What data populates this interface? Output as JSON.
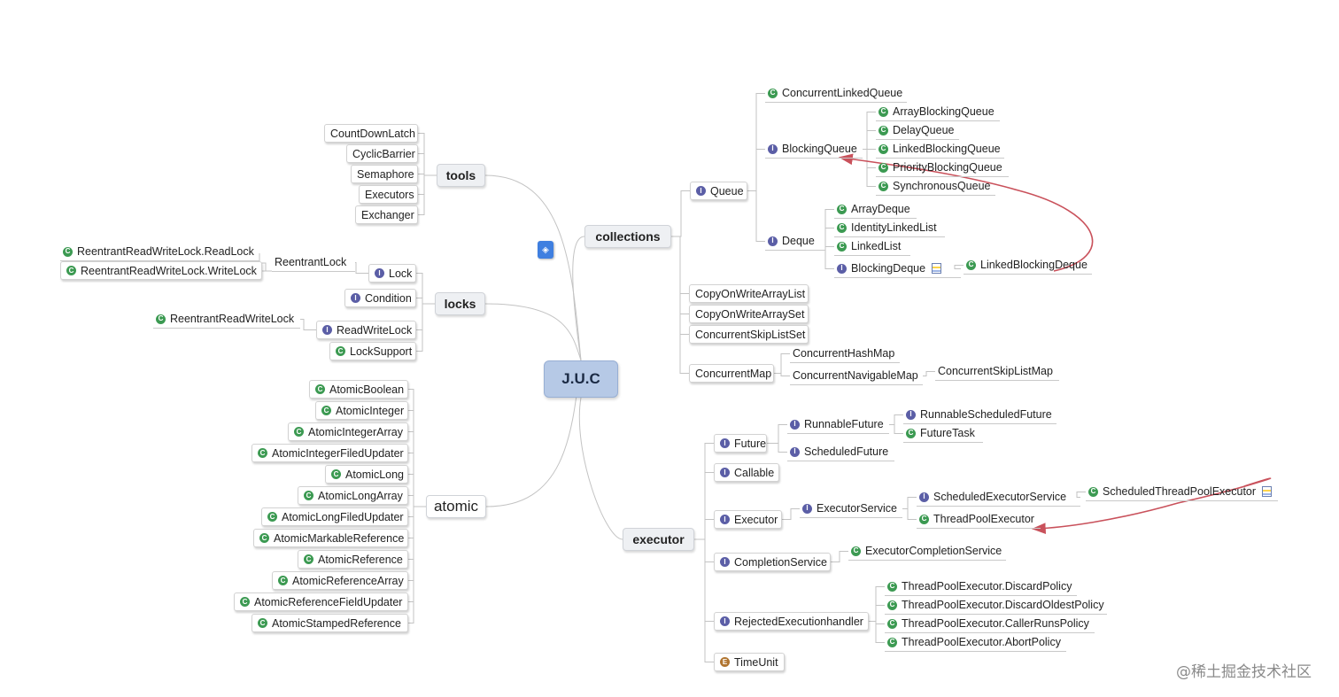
{
  "root": "J.U.C",
  "watermark": "@稀土掘金技术社区",
  "app_icon": "mindmap-app-icon",
  "colors": {
    "root_fill": "#b6c9e6",
    "class_icon": "#3c9a52",
    "interface_icon": "#5b5ea6",
    "enum_icon": "#b0742f",
    "arrow": "#c9515b"
  },
  "nodes": [
    {
      "id": "tools",
      "label": "tools",
      "kind": "main",
      "box": true
    },
    {
      "id": "countdownlatch",
      "label": "CountDownLatch",
      "box": true
    },
    {
      "id": "cyclicbarrier",
      "label": "CyclicBarrier",
      "box": true
    },
    {
      "id": "semaphore",
      "label": "Semaphore",
      "box": true
    },
    {
      "id": "executors",
      "label": "Executors",
      "box": true
    },
    {
      "id": "exchanger",
      "label": "Exchanger",
      "box": true
    },
    {
      "id": "locks",
      "label": "locks",
      "kind": "main",
      "box": true
    },
    {
      "id": "lock",
      "label": "Lock",
      "icon": "i",
      "box": true
    },
    {
      "id": "condition",
      "label": "Condition",
      "icon": "i",
      "box": true
    },
    {
      "id": "readwritelock",
      "label": "ReadWriteLock",
      "icon": "i",
      "box": true
    },
    {
      "id": "locksupport",
      "label": "LockSupport",
      "icon": "c",
      "box": true
    },
    {
      "id": "reentrantlock",
      "label": "ReentrantLock",
      "box": false
    },
    {
      "id": "rrwl-readlock",
      "label": "ReentrantReadWriteLock.ReadLock",
      "icon": "c",
      "box": false
    },
    {
      "id": "rrwl-writelock",
      "label": "ReentrantReadWriteLock.WriteLock",
      "icon": "c",
      "box": true
    },
    {
      "id": "rrwl",
      "label": "ReentrantReadWriteLock",
      "icon": "c",
      "box": false
    },
    {
      "id": "atomic",
      "label": "atomic",
      "kind": "main-light",
      "box": true
    },
    {
      "id": "atomicboolean",
      "label": "AtomicBoolean",
      "icon": "c",
      "box": true
    },
    {
      "id": "atomicinteger",
      "label": "AtomicInteger",
      "icon": "c",
      "box": true
    },
    {
      "id": "atomicintegerarray",
      "label": "AtomicIntegerArray",
      "icon": "c",
      "box": true
    },
    {
      "id": "atomicintegerfiledupdater",
      "label": "AtomicIntegerFiledUpdater",
      "icon": "c",
      "box": true
    },
    {
      "id": "atomiclong",
      "label": "AtomicLong",
      "icon": "c",
      "box": true
    },
    {
      "id": "atomiclongarray",
      "label": "AtomicLongArray",
      "icon": "c",
      "box": true
    },
    {
      "id": "atomiclongfiledupdater",
      "label": "AtomicLongFiledUpdater",
      "icon": "c",
      "box": true
    },
    {
      "id": "atomicmarkablereference",
      "label": "AtomicMarkableReference",
      "icon": "c",
      "box": true
    },
    {
      "id": "atomicreference",
      "label": "AtomicReference",
      "icon": "c",
      "box": true
    },
    {
      "id": "atomicreferencearray",
      "label": "AtomicReferenceArray",
      "icon": "c",
      "box": true
    },
    {
      "id": "atomicreferencefieldupdater",
      "label": "AtomicReferenceFieldUpdater",
      "icon": "c",
      "box": true
    },
    {
      "id": "atomicstampedreference",
      "label": "AtomicStampedReference",
      "icon": "c",
      "box": true
    },
    {
      "id": "collections",
      "label": "collections",
      "kind": "main",
      "box": true
    },
    {
      "id": "queue",
      "label": "Queue",
      "icon": "i",
      "box": true
    },
    {
      "id": "concurrentlinkedqueue",
      "label": "ConcurrentLinkedQueue",
      "icon": "c",
      "box": false
    },
    {
      "id": "blockingqueue",
      "label": "BlockingQueue",
      "icon": "i",
      "box": false
    },
    {
      "id": "arrayblockingqueue",
      "label": "ArrayBlockingQueue",
      "icon": "c",
      "box": false
    },
    {
      "id": "delayqueue",
      "label": "DelayQueue",
      "icon": "c",
      "box": false
    },
    {
      "id": "linkedblockingqueue",
      "label": "LinkedBlockingQueue",
      "icon": "c",
      "box": false
    },
    {
      "id": "priorityblockingqueue",
      "label": "PriorityBlockingQueue",
      "icon": "c",
      "box": false
    },
    {
      "id": "synchronousqueue",
      "label": "SynchronousQueue",
      "icon": "c",
      "box": false
    },
    {
      "id": "deque",
      "label": "Deque",
      "icon": "i",
      "box": false
    },
    {
      "id": "arraydeque",
      "label": "ArrayDeque",
      "icon": "c",
      "box": false
    },
    {
      "id": "identitylinkedlist",
      "label": "IdentityLinkedList",
      "icon": "c",
      "box": false
    },
    {
      "id": "linkedlist",
      "label": "LinkedList",
      "icon": "c",
      "box": false
    },
    {
      "id": "blockingdeque",
      "label": "BlockingDeque",
      "icon": "i",
      "box": false,
      "note": true
    },
    {
      "id": "linkedblockingdeque",
      "label": "LinkedBlockingDeque",
      "icon": "c",
      "box": false
    },
    {
      "id": "copyonwritearraylist",
      "label": "CopyOnWriteArrayList",
      "box": true
    },
    {
      "id": "copyonwritearrayset",
      "label": "CopyOnWriteArraySet",
      "box": true
    },
    {
      "id": "concurrentskiplistset",
      "label": "ConcurrentSkipListSet",
      "box": true
    },
    {
      "id": "concurrentmap",
      "label": "ConcurrentMap",
      "box": true
    },
    {
      "id": "concurrenthashmap",
      "label": "ConcurrentHashMap",
      "box": false
    },
    {
      "id": "concurrentnavigablemap",
      "label": "ConcurrentNavigableMap",
      "box": false
    },
    {
      "id": "concurrentskiplistmap",
      "label": "ConcurrentSkipListMap",
      "box": false
    },
    {
      "id": "executor-branch",
      "label": "executor",
      "kind": "main",
      "box": true
    },
    {
      "id": "future",
      "label": "Future",
      "icon": "i",
      "box": true
    },
    {
      "id": "runnablefuture",
      "label": "RunnableFuture",
      "icon": "i",
      "box": false
    },
    {
      "id": "runnablescheduledfuture",
      "label": "RunnableScheduledFuture",
      "icon": "i",
      "box": false
    },
    {
      "id": "futuretask",
      "label": "FutureTask",
      "icon": "c",
      "box": false
    },
    {
      "id": "scheduledfuture",
      "label": "ScheduledFuture",
      "icon": "i",
      "box": false
    },
    {
      "id": "callable",
      "label": "Callable",
      "icon": "i",
      "box": true
    },
    {
      "id": "executor",
      "label": "Executor",
      "icon": "i",
      "box": true
    },
    {
      "id": "executorservice",
      "label": "ExecutorService",
      "icon": "i",
      "box": false
    },
    {
      "id": "scheduledexecutorservice",
      "label": "ScheduledExecutorService",
      "icon": "i",
      "box": false
    },
    {
      "id": "scheduledthreadpoolexecutor",
      "label": "ScheduledThreadPoolExecutor",
      "icon": "c",
      "box": false,
      "note": true
    },
    {
      "id": "threadpoolexecutor",
      "label": "ThreadPoolExecutor",
      "icon": "c",
      "box": false
    },
    {
      "id": "completionservice",
      "label": "CompletionService",
      "icon": "i",
      "box": true
    },
    {
      "id": "executorcompletionservice",
      "label": "ExecutorCompletionService",
      "icon": "c",
      "box": false
    },
    {
      "id": "rejectedexecutionhandler",
      "label": "RejectedExecutionhandler",
      "icon": "i",
      "box": true
    },
    {
      "id": "tpe-discardpolicy",
      "label": "ThreadPoolExecutor.DiscardPolicy",
      "icon": "c",
      "box": false
    },
    {
      "id": "tpe-discardoldestpolicy",
      "label": "ThreadPoolExecutor.DiscardOldestPolicy",
      "icon": "c",
      "box": false
    },
    {
      "id": "tpe-callerrunspolicy",
      "label": "ThreadPoolExecutor.CallerRunsPolicy",
      "icon": "c",
      "box": false
    },
    {
      "id": "tpe-abortpolicy",
      "label": "ThreadPoolExecutor.AbortPolicy",
      "icon": "c",
      "box": false
    },
    {
      "id": "timeunit",
      "label": "TimeUnit",
      "icon": "e",
      "box": true
    }
  ],
  "edges": [
    [
      "root",
      "tools"
    ],
    [
      "root",
      "locks"
    ],
    [
      "root",
      "atomic"
    ],
    [
      "root",
      "collections"
    ],
    [
      "root",
      "executor-branch"
    ],
    [
      "tools",
      "countdownlatch"
    ],
    [
      "tools",
      "cyclicbarrier"
    ],
    [
      "tools",
      "semaphore"
    ],
    [
      "tools",
      "executors"
    ],
    [
      "tools",
      "exchanger"
    ],
    [
      "locks",
      "lock"
    ],
    [
      "locks",
      "condition"
    ],
    [
      "locks",
      "readwritelock"
    ],
    [
      "locks",
      "locksupport"
    ],
    [
      "lock",
      "reentrantlock"
    ],
    [
      "readwritelock",
      "rrwl"
    ],
    [
      "atomic",
      "atomicboolean"
    ],
    [
      "atomic",
      "atomicinteger"
    ],
    [
      "atomic",
      "atomicintegerarray"
    ],
    [
      "atomic",
      "atomicintegerfiledupdater"
    ],
    [
      "atomic",
      "atomiclong"
    ],
    [
      "atomic",
      "atomiclongarray"
    ],
    [
      "atomic",
      "atomiclongfiledupdater"
    ],
    [
      "atomic",
      "atomicmarkablereference"
    ],
    [
      "atomic",
      "atomicreference"
    ],
    [
      "atomic",
      "atomicreferencearray"
    ],
    [
      "atomic",
      "atomicreferencefieldupdater"
    ],
    [
      "atomic",
      "atomicstampedreference"
    ],
    [
      "collections",
      "queue"
    ],
    [
      "collections",
      "copyonwritearraylist"
    ],
    [
      "collections",
      "copyonwritearrayset"
    ],
    [
      "collections",
      "concurrentskiplistset"
    ],
    [
      "collections",
      "concurrentmap"
    ],
    [
      "queue",
      "concurrentlinkedqueue"
    ],
    [
      "queue",
      "blockingqueue"
    ],
    [
      "queue",
      "deque"
    ],
    [
      "blockingqueue",
      "arrayblockingqueue"
    ],
    [
      "blockingqueue",
      "delayqueue"
    ],
    [
      "blockingqueue",
      "linkedblockingqueue"
    ],
    [
      "blockingqueue",
      "priorityblockingqueue"
    ],
    [
      "blockingqueue",
      "synchronousqueue"
    ],
    [
      "deque",
      "arraydeque"
    ],
    [
      "deque",
      "identitylinkedlist"
    ],
    [
      "deque",
      "linkedlist"
    ],
    [
      "deque",
      "blockingdeque"
    ],
    [
      "blockingdeque",
      "linkedblockingdeque"
    ],
    [
      "concurrentmap",
      "concurrenthashmap"
    ],
    [
      "concurrentmap",
      "concurrentnavigablemap"
    ],
    [
      "concurrentnavigablemap",
      "concurrentskiplistmap"
    ],
    [
      "executor-branch",
      "future"
    ],
    [
      "executor-branch",
      "callable"
    ],
    [
      "executor-branch",
      "executor"
    ],
    [
      "executor-branch",
      "completionservice"
    ],
    [
      "executor-branch",
      "rejectedexecutionhandler"
    ],
    [
      "executor-branch",
      "timeunit"
    ],
    [
      "future",
      "runnablefuture"
    ],
    [
      "future",
      "scheduledfuture"
    ],
    [
      "runnablefuture",
      "runnablescheduledfuture"
    ],
    [
      "runnablefuture",
      "futuretask"
    ],
    [
      "executor",
      "executorservice"
    ],
    [
      "executorservice",
      "scheduledexecutorservice"
    ],
    [
      "executorservice",
      "threadpoolexecutor"
    ],
    [
      "scheduledexecutorservice",
      "scheduledthreadpoolexecutor"
    ],
    [
      "completionservice",
      "executorcompletionservice"
    ],
    [
      "rejectedexecutionhandler",
      "tpe-discardpolicy"
    ],
    [
      "rejectedexecutionhandler",
      "tpe-discardoldestpolicy"
    ],
    [
      "rejectedexecutionhandler",
      "tpe-callerrunspolicy"
    ],
    [
      "rejectedexecutionhandler",
      "tpe-abortpolicy"
    ]
  ],
  "relations": [
    {
      "from": "linkedblockingdeque",
      "to": "blockingqueue"
    },
    {
      "from": "scheduledthreadpoolexecutor",
      "to": "threadpoolexecutor"
    }
  ]
}
